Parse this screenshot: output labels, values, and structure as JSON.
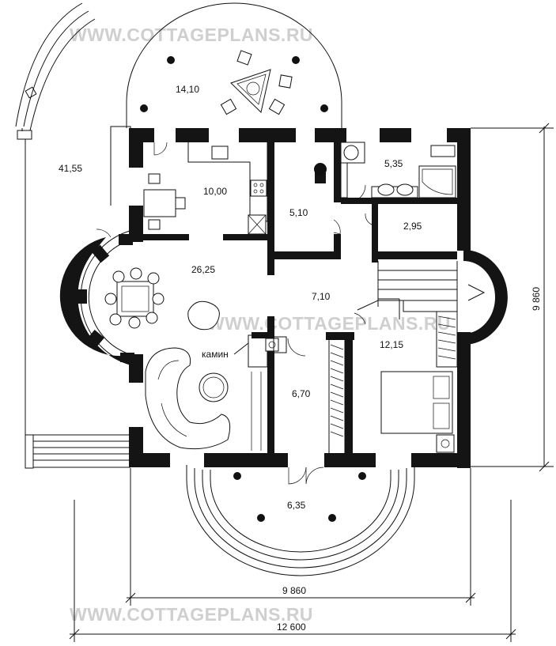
{
  "watermarks": [
    "WWW.COTTAGEPLANS.RU",
    "WWW.COTTAGEPLANS.RU",
    "WWW.COTTAGEPLANS.RU"
  ],
  "rooms": {
    "terrace_top": "14,10",
    "terrace_left": "41,55",
    "kitchen": "10,00",
    "pantry": "5,10",
    "bathroom": "5,35",
    "wc": "2,95",
    "living": "26,25",
    "hall": "7,10",
    "bedroom": "12,15",
    "vestibule": "6,70",
    "porch": "6,35"
  },
  "labels": {
    "fireplace": "камин"
  },
  "dimensions": {
    "width_inner": "9 860",
    "width_outer": "12 600",
    "height": "9 860"
  }
}
